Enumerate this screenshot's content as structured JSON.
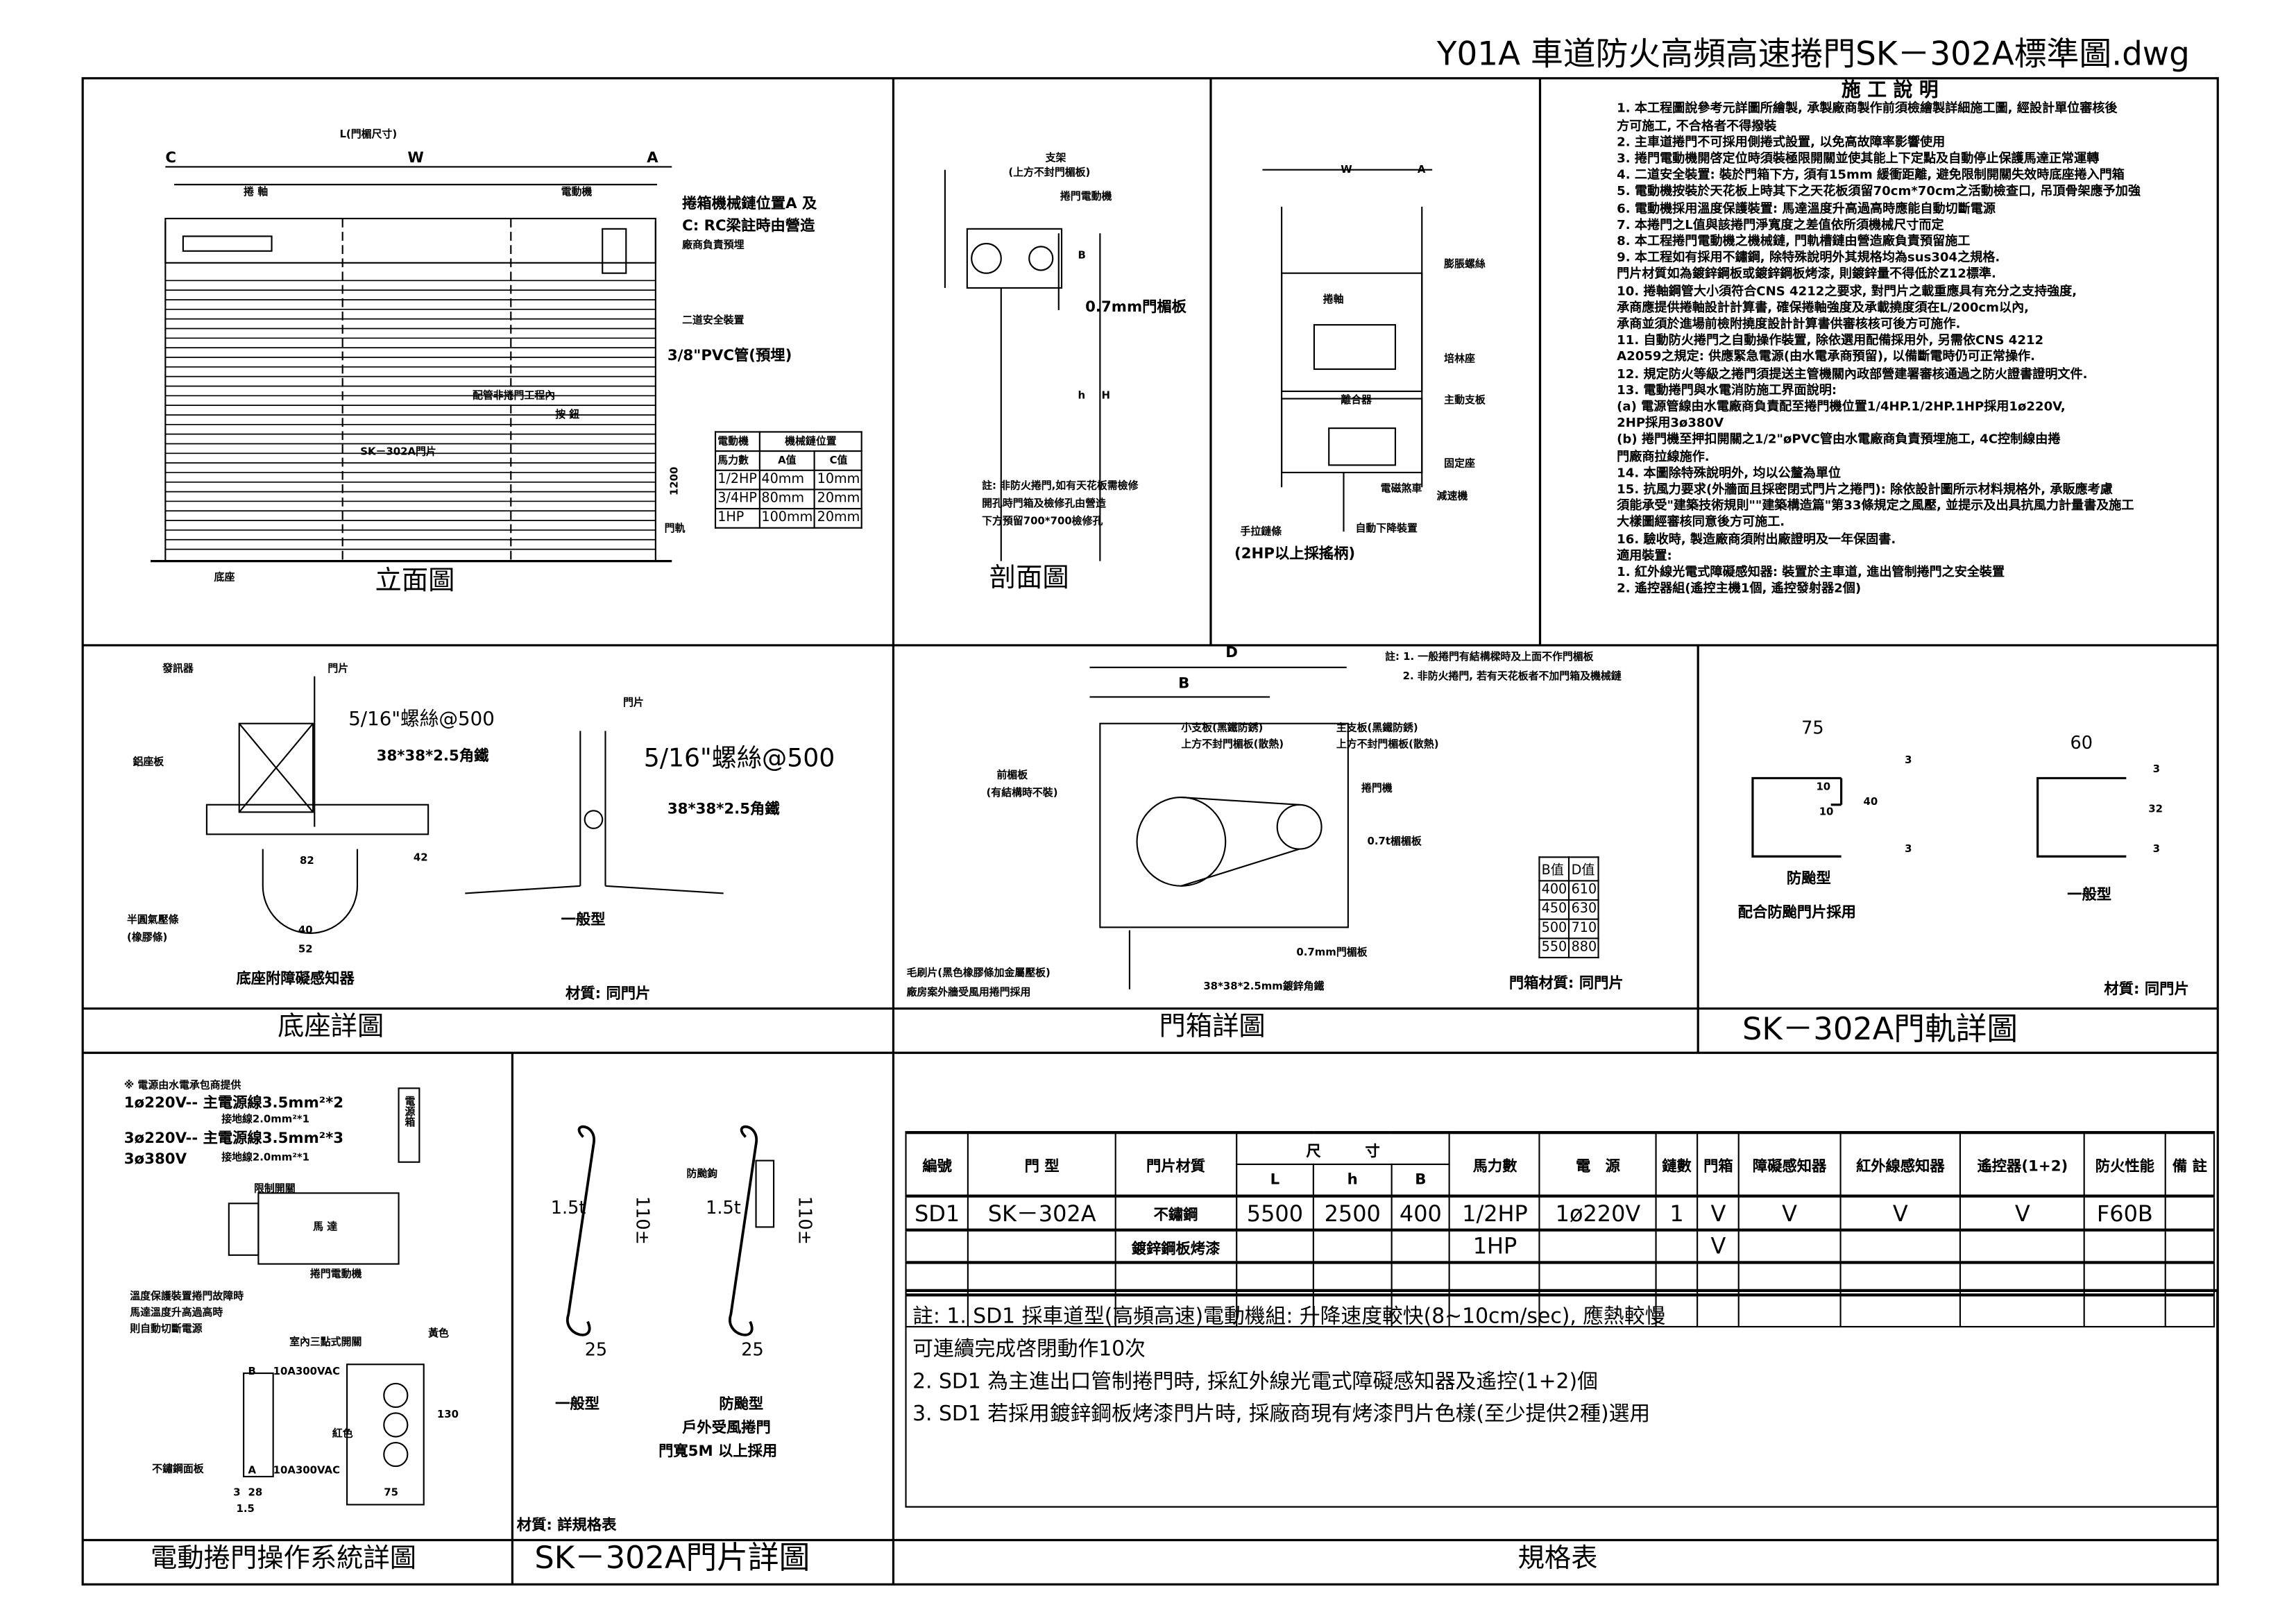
{
  "title": "Y01A 車道防火高頻高速捲門SK－302A標準圖.dwg",
  "panels": {
    "elevation": {
      "label": "立面圖",
      "dim_L": "L(門楣尺寸)",
      "dim_W": "W",
      "c": "C",
      "a": "A",
      "axis": "捲 軸",
      "motor": "電動機",
      "note_box": "捲箱機械鏈位置A 及",
      "note_box2": "C: RC梁註時由營造",
      "note_box3": "廠商負責預埋",
      "safety": "二道安全裝置",
      "pvc": "3/8\"PVC管(預埋)",
      "pipe": "配管非捲門工程內",
      "button": "按 鈕",
      "door": "SK－302A門片",
      "h1200": "1200",
      "door_slat": "門軌",
      "base": "底座",
      "table": {
        "headers": [
          "電動機",
          "機械鏈位置"
        ],
        "sub": [
          "馬力數",
          "A值",
          "C值"
        ],
        "rows": [
          [
            "1/2HP",
            "40mm",
            "10mm"
          ],
          [
            "3/4HP",
            "80mm",
            "20mm"
          ],
          [
            "1HP",
            "100mm",
            "20mm"
          ]
        ]
      }
    },
    "section": {
      "label": "剖面圖",
      "bracket": "支架",
      "bracket2": "(上方不封門楣板)",
      "motor": "捲門電動機",
      "plate": "0.7mm門楣板",
      "b": "B",
      "h": "h",
      "H": "H",
      "note1": "註: 非防火捲門,如有天花板需檢修",
      "note2": "開孔時門箱及檢修孔由營造",
      "note3": "下方預留700*700檢修孔"
    },
    "side": {
      "w": "W",
      "a": "A",
      "spring": "膨脹螺絲",
      "axis": "捲軸",
      "bearing": "培林座",
      "clutch": "離合器",
      "bracket": "主動支板",
      "fixed": "固定座",
      "stop": "電磁煞車",
      "reducer": "減速機",
      "auto": "自動下降裝置",
      "chain": "手拉鏈條",
      "chain2": "(2HP以上採搖柄)"
    },
    "notes": {
      "heading": "施 工 說 明",
      "items": [
        "1. 本工程圖說參考元詳圖所繪製, 承製廠商製作前須檢繪製詳細施工圖, 經設計單位審核後",
        "    方可施工, 不合格者不得撥裝",
        "2. 主車道捲門不可採用側捲式設置, 以免高故障率影響使用",
        "3. 捲門電動機開啓定位時須裝極限開關並使其能上下定點及自動停止保護馬達正常運轉",
        "4. 二道安全裝置: 裝於門箱下方, 須有15mm 緩衝距離, 避免限制開關失效時底座捲入門箱",
        "5. 電動機按裝於天花板上時其下之天花板須留70cm*70cm之活動檢查口, 吊頂骨架應予加強",
        "6. 電動機採用溫度保護裝置: 馬達溫度升高過高時應能自動切斷電源",
        "7. 本捲門之L值與該捲門淨寬度之差值依所須機械尺寸而定",
        "8. 本工程捲門電動機之機械鏈, 門軌槽鏈由營造廠負責預留施工",
        "9. 本工程如有採用不鏽鋼, 除特殊說明外其規格均為sus304之規格.",
        "    門片材質如為鍍鋅鋼板或鍍鋅鋼板烤漆, 則鍍鋅量不得低於Z12標準.",
        "10. 捲軸鋼管大小須符合CNS 4212之要求, 對門片之載重應具有充分之支持強度,",
        "    承商應提供捲軸設計計算書, 確保捲軸強度及承載撓度須在L/200cm以內,",
        "    承商並須於進場前檢附撓度設計計算書供審核核可後方可施作.",
        "11. 自動防火捲門之自動操作裝置, 除依選用配備採用外, 另需依CNS 4212",
        "    A2059之規定: 供應緊急電源(由水電承商預留), 以備斷電時仍可正常操作.",
        "12. 規定防火等級之捲門須提送主管機關內政部營建署審核通過之防火證書證明文件.",
        "13. 電動捲門與水電消防施工界面說明:",
        "    (a) 電源管線由水電廠商負責配至捲門機位置1/4HP.1/2HP.1HP採用1ø220V,",
        "         2HP採用3ø380V",
        "    (b) 捲門機至押扣開關之1/2\"øPVC管由水電廠商負責預埋施工, 4C控制線由捲",
        "         門廠商拉線施作.",
        "14. 本圖除特殊說明外, 均以公釐為單位",
        "15. 抗風力要求(外牆面且採密閉式門片之捲門): 除依設計圖所示材料規格外, 承販應考慮",
        "    須能承受\"建築技術規則\"\"建築構造篇\"第33條規定之風壓, 並提示及出具抗風力計量書及施工",
        "    大樣圖經審核同意後方可施工.",
        "16. 驗收時, 製造廠商須附出廠證明及一年保固書.",
        "適用裝置:",
        "  1. 紅外線光電式障礙感知器: 裝置於主車道, 進出管制捲門之安全裝置",
        "  2. 遙控器組(遙控主機1個, 遙控發射器2個)"
      ]
    },
    "base": {
      "label": "底座詳圖",
      "sensor": "發訊器",
      "door": "門片",
      "bolt": "5/16\"螺絲@500",
      "angle": "38*38*2.5角鐵",
      "plate": "鋁座板",
      "d82": "82",
      "d42": "42",
      "d40": "40",
      "d52": "52",
      "rubber": "半圓氣壓條",
      "rubber2": "(橡膠條)",
      "caption": "底座附障礙感知器",
      "door2": "門片",
      "bolt2": "5/16\"螺絲@500",
      "angle2": "38*38*2.5角鐵",
      "general": "一般型",
      "material": "材質: 同門片"
    },
    "box": {
      "label": "門箱詳圖",
      "d": "D",
      "b": "B",
      "n1": "註: 1. 一般捲門有結構樑時及上面不作門楣板",
      "n2": "2. 非防火捲門, 若有天花板者不加門箱及機械鏈",
      "small": "小支板(黑鐵防銹)",
      "small2": "上方不封門楣板(散熱)",
      "main": "主支板(黑鐵防銹)",
      "main2": "上方不封門楣板(散熱)",
      "front": "前楣板",
      "front2": "(有結構時不裝)",
      "motor": "捲門機",
      "t07": "0.7t楣楣板",
      "plate07": "0.7mm門楣板",
      "angle": "38*38*2.5mm鍍鋅角鐵",
      "brush": "毛刷片(黑色橡膠條加金屬壓板)",
      "brush2": "廠房案外牆受風用捲門採用",
      "bd": {
        "headers": [
          "B值",
          "D值"
        ],
        "rows": [
          [
            "400",
            "610"
          ],
          [
            "450",
            "630"
          ],
          [
            "500",
            "710"
          ],
          [
            "550",
            "880"
          ]
        ]
      },
      "material": "門箱材質: 同門片"
    },
    "rail": {
      "label": "SK－302A門軌詳圖",
      "d75": "75",
      "d10a": "10",
      "d10b": "10",
      "d40": "40",
      "d3a": "3",
      "d3b": "3",
      "wind": "防颱型",
      "wind2": "配合防颱門片採用",
      "d60": "60",
      "d32": "32",
      "d3c": "3",
      "d3d": "3",
      "general": "一般型",
      "material": "材質: 同門片"
    },
    "control": {
      "label": "電動捲門操作系統詳圖",
      "n0": "※ 電源由水電承包商提供",
      "n1": "1ø220V-- 主電源線3.5mm²*2",
      "n1b": "接地線2.0mm²*1",
      "n2": "3ø220V-- 主電源線3.5mm²*3",
      "n2c": "3ø380V",
      "n2b": "接地線2.0mm²*1",
      "box": "電源箱",
      "limit": "限制開關",
      "motor": "馬 達",
      "motor2": "捲門電動機",
      "temp": "溫度保護裝置捲門故障時",
      "temp2": "馬達溫度升高過高時",
      "temp3": "則自動切斷電源",
      "switch": "室內三點式開關",
      "yellow": "黃色",
      "red": "紅色",
      "b": "B",
      "a": "A",
      "relay_b": "10A300VAC",
      "relay_a": "10A300VAC",
      "plate": "不鏽鋼面板",
      "d130": "130",
      "d75": "75",
      "d3": "3",
      "d28": "28",
      "d15": "1.5"
    },
    "slat": {
      "label": "SK－302A門片詳圖",
      "t1": "1.5t",
      "h1": "110±",
      "w1": "25",
      "general": "一般型",
      "hook": "防颱鉤",
      "t2": "1.5t",
      "h2": "110±",
      "w2": "25",
      "wind": "防颱型",
      "wind2": "戶外受風捲門",
      "wind3": "門寬5M 以上採用",
      "material": "材質: 詳規格表"
    },
    "spec": {
      "label": "規格表",
      "headers": [
        "編號",
        "門 型",
        "門片材質",
        "尺　　　寸",
        "馬力數",
        "電　源",
        "鏈數",
        "門箱",
        "障礙感知器",
        "紅外線感知器",
        "遙控器(1+2)",
        "防火性能",
        "備 註"
      ],
      "dims": [
        "L",
        "h",
        "B"
      ],
      "rows": [
        [
          "SD1",
          "SK－302A",
          "不鏽鋼",
          "5500",
          "2500",
          "400",
          "1/2HP",
          "1ø220V",
          "1",
          "V",
          "V",
          "V",
          "V",
          "F60B",
          ""
        ],
        [
          "",
          "",
          "鍍鋅鋼板烤漆",
          "",
          "",
          "",
          "1HP",
          "",
          "",
          "V",
          "",
          "",
          "",
          "",
          ""
        ],
        [
          "",
          "",
          "",
          "",
          "",
          "",
          "",
          "",
          "",
          "",
          "",
          "",
          "",
          "",
          ""
        ],
        [
          "",
          "",
          "",
          "",
          "",
          "",
          "",
          "",
          "",
          "",
          "",
          "",
          "",
          "",
          ""
        ]
      ],
      "notes": [
        "註: 1. SD1 採車道型(高頻高速)電動機組: 升降速度較快(8~10cm/sec), 應熱較慢",
        "        可連續完成啓閉動作10次",
        "   2. SD1 為主進出口管制捲門時, 採紅外線光電式障礙感知器及遙控(1+2)個",
        "   3. SD1 若採用鍍鋅鋼板烤漆門片時, 採廠商現有烤漆門片色樣(至少提供2種)選用"
      ]
    }
  }
}
